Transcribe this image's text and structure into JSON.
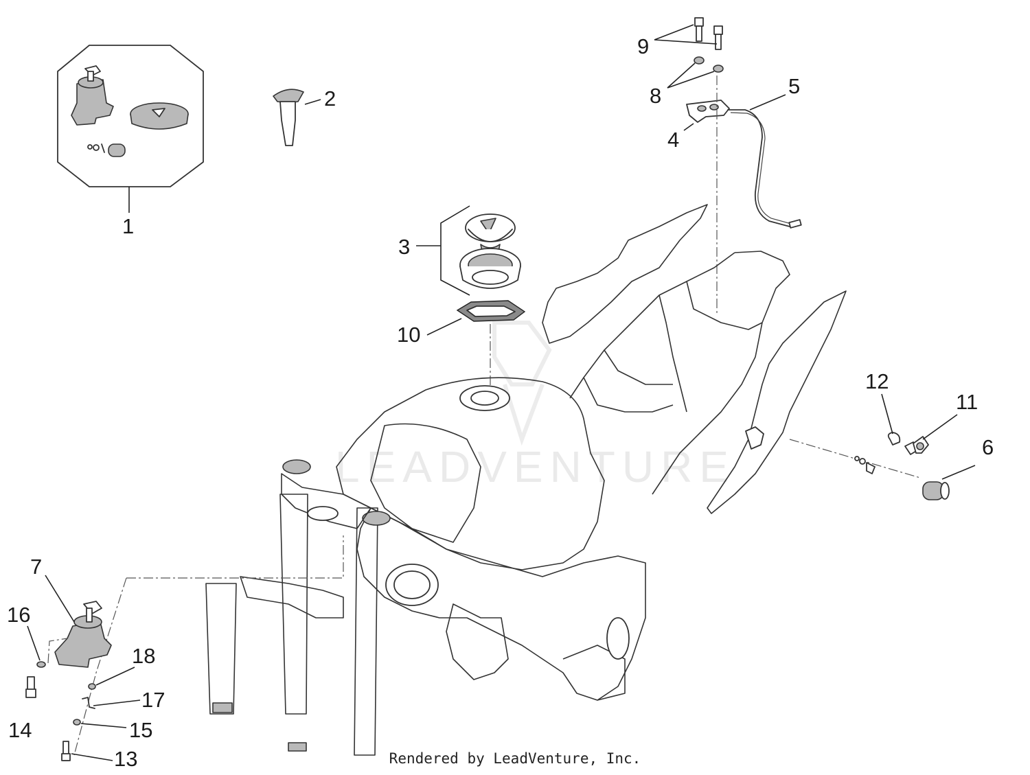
{
  "callouts": [
    {
      "id": "1",
      "text": "1"
    },
    {
      "id": "2",
      "text": "2"
    },
    {
      "id": "3",
      "text": "3"
    },
    {
      "id": "4",
      "text": "4"
    },
    {
      "id": "5",
      "text": "5"
    },
    {
      "id": "6",
      "text": "6"
    },
    {
      "id": "7",
      "text": "7"
    },
    {
      "id": "8",
      "text": "8"
    },
    {
      "id": "9",
      "text": "9"
    },
    {
      "id": "10",
      "text": "10"
    },
    {
      "id": "11",
      "text": "11"
    },
    {
      "id": "12",
      "text": "12"
    },
    {
      "id": "13",
      "text": "13"
    },
    {
      "id": "14",
      "text": "14"
    },
    {
      "id": "15",
      "text": "15"
    },
    {
      "id": "16",
      "text": "16"
    },
    {
      "id": "17",
      "text": "17"
    },
    {
      "id": "18",
      "text": "18"
    }
  ],
  "watermark": "LEADVENTURE",
  "footer": "Rendered by LeadVenture, Inc."
}
